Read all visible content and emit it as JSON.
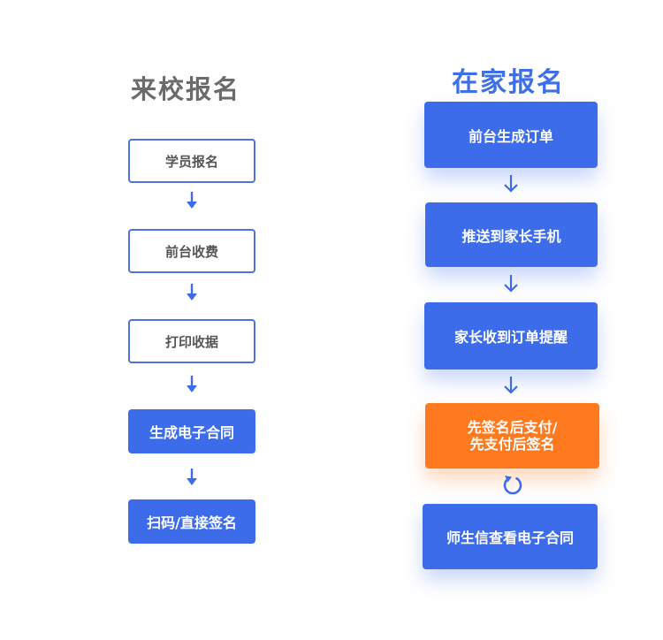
{
  "left_column": {
    "title": "来校报名",
    "steps": [
      {
        "label": "学员报名"
      },
      {
        "label": "前台收费"
      },
      {
        "label": "打印收据"
      },
      {
        "label": "生成电子合同"
      },
      {
        "label": "扫码/直接签名"
      }
    ]
  },
  "right_column": {
    "title": "在家报名",
    "steps": [
      {
        "label": "前台生成订单"
      },
      {
        "label": "推送到家长手机"
      },
      {
        "label": "家长收到订单提醒"
      },
      {
        "label_line1": "先签名后支付/",
        "label_line2": "先支付后签名"
      },
      {
        "label": "师生信查看电子合同"
      }
    ]
  },
  "colors": {
    "accent_blue": "#3d6ceb",
    "outline_blue": "#4e72df",
    "highlight_orange": "#ff7a1f",
    "left_title_gray": "#6b6b6b",
    "right_title_blue": "#3f6fe8"
  },
  "icons": {
    "flow_arrow": "arrow-down-icon",
    "cycle": "refresh-icon"
  }
}
